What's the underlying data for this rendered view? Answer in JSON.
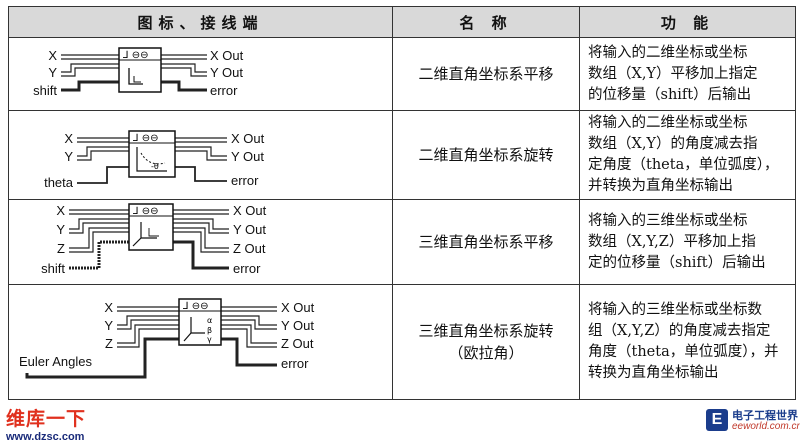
{
  "header": {
    "col1": "图标、接线端",
    "col2": "名 称",
    "col3": "功 能"
  },
  "rows": [
    {
      "inputs": [
        "X",
        "Y",
        "shift"
      ],
      "outputs": [
        "X Out",
        "Y Out",
        "error"
      ],
      "name": "二维直角坐标系平移",
      "desc": [
        "将输入的二维坐标或坐标",
        "数组（X,Y）平移加上指定",
        "的位移量（shift）后输出"
      ]
    },
    {
      "inputs": [
        "X",
        "Y",
        "theta"
      ],
      "outputs": [
        "X Out",
        "Y Out",
        "error"
      ],
      "name": "二维直角坐标系旋转",
      "desc": [
        "将输入的二维坐标或坐标",
        "数组（X,Y）的角度减去指",
        "定角度（theta，单位弧度），",
        "并转换为直角坐标输出"
      ]
    },
    {
      "inputs": [
        "X",
        "Y",
        "Z",
        "shift"
      ],
      "outputs": [
        "X Out",
        "Y Out",
        "Z Out",
        "error"
      ],
      "name": "三维直角坐标系平移",
      "desc": [
        "将输入的三维坐标或坐标",
        "数组（X,Y,Z）平移加上指",
        "定的位移量（shift）后输出"
      ]
    },
    {
      "inputs": [
        "X",
        "Y",
        "Z",
        "Euler Angles"
      ],
      "outputs": [
        "X Out",
        "Y Out",
        "Z Out",
        "error"
      ],
      "name": [
        "三维直角坐标系旋转",
        "（欧拉角）"
      ],
      "desc": [
        "将输入的三维坐标或坐标数",
        "组（X,Y,Z）的角度减去指定",
        "角度（theta，单位弧度），并",
        "转换为直角坐标输出"
      ]
    }
  ],
  "watermark": {
    "left_title": "维库一下",
    "left_url": "www.dzsc.com",
    "right_title": "电子工程世界",
    "right_url": "eeworld.com.cn",
    "right_logo": "E"
  }
}
